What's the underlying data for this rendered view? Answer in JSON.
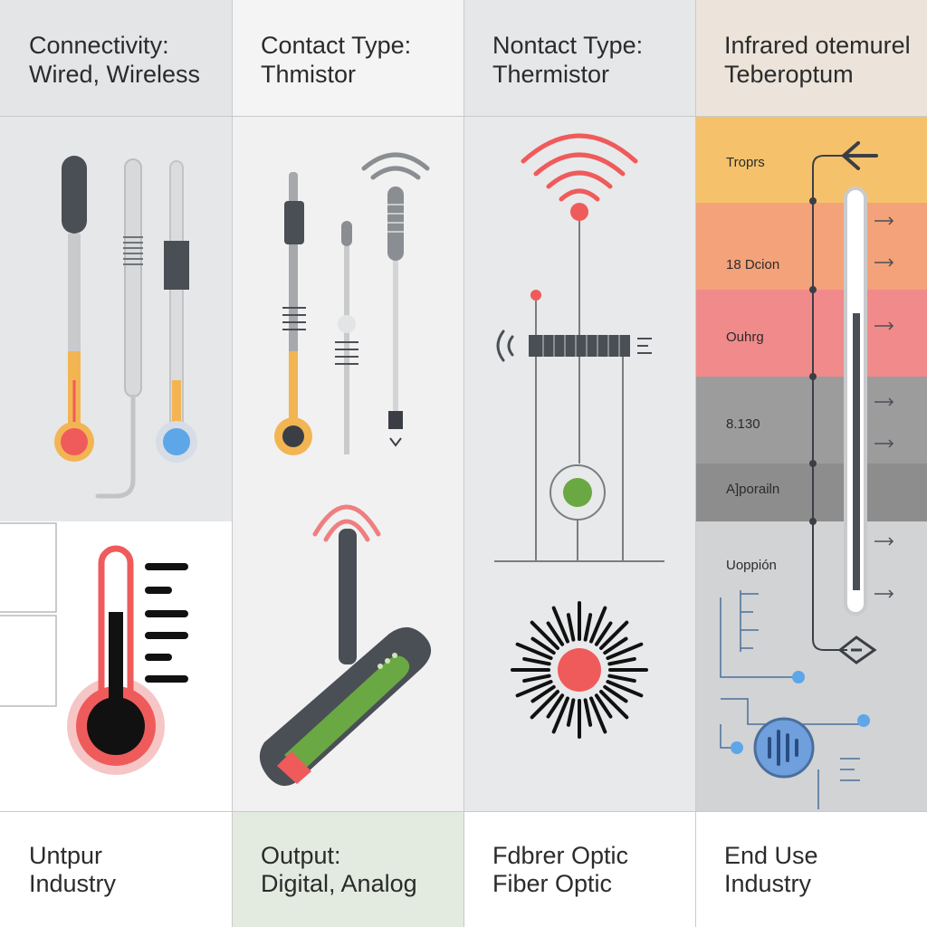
{
  "columns": [
    {
      "header": [
        "Connectivity:",
        "Wired, Wireless"
      ],
      "footer": [
        "Untpur",
        "Industry"
      ]
    },
    {
      "header": [
        "Contact Type:",
        "Thmistor"
      ],
      "footer": [
        "Output:",
        "Digital, Analog"
      ]
    },
    {
      "header": [
        "Nontact Type:",
        "Thermistor"
      ],
      "footer": [
        "Fdbrer Optic",
        "Fiber Optic"
      ]
    },
    {
      "header": [
        "Infrared otemurel",
        "Teberoptum"
      ],
      "footer": [
        "End Use",
        "Industry"
      ]
    }
  ],
  "scale_bands": [
    {
      "label": "Troprs",
      "color": "#f5c26b"
    },
    {
      "label": "18 Dcion",
      "color": "#f3a27a"
    },
    {
      "label": "Ouhrg",
      "color": "#f18a8a"
    },
    {
      "label": "8.130",
      "color": "#9c9c9d"
    },
    {
      "label": "A]porailn",
      "color": "#8d8d8e"
    },
    {
      "label": "Uoppión",
      "color": "#d2d3d5"
    }
  ],
  "colors": {
    "red": "#ef5b5b",
    "yellow": "#f2b552",
    "blue": "#5da6e8",
    "green": "#6aa843",
    "dark": "#4a4f55",
    "wire": "#4b6f9c"
  },
  "icons": [
    "thermometer-icon",
    "probe-icon",
    "wireless-signal-icon",
    "infrared-gun-icon",
    "radiation-burst-icon",
    "fiber-sensor-icon"
  ]
}
